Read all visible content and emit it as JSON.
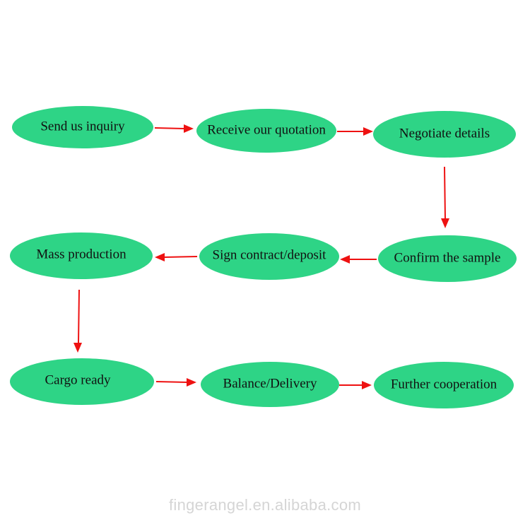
{
  "flow": {
    "steps": [
      {
        "id": "send-inquiry",
        "label": "Send us inquiry"
      },
      {
        "id": "receive-quotation",
        "label": "Receive our quotation"
      },
      {
        "id": "negotiate-details",
        "label": "Negotiate details"
      },
      {
        "id": "confirm-sample",
        "label": "Confirm the sample"
      },
      {
        "id": "sign-contract",
        "label": "Sign contract/deposit"
      },
      {
        "id": "mass-production",
        "label": "Mass production"
      },
      {
        "id": "cargo-ready",
        "label": "Cargo ready"
      },
      {
        "id": "balance-delivery",
        "label": "Balance/Delivery"
      },
      {
        "id": "further-cooperation",
        "label": "Further cooperation"
      }
    ],
    "connections": [
      {
        "from": "send-inquiry",
        "to": "receive-quotation"
      },
      {
        "from": "receive-quotation",
        "to": "negotiate-details"
      },
      {
        "from": "negotiate-details",
        "to": "confirm-sample"
      },
      {
        "from": "confirm-sample",
        "to": "sign-contract"
      },
      {
        "from": "sign-contract",
        "to": "mass-production"
      },
      {
        "from": "mass-production",
        "to": "cargo-ready"
      },
      {
        "from": "cargo-ready",
        "to": "balance-delivery"
      },
      {
        "from": "balance-delivery",
        "to": "further-cooperation"
      }
    ]
  },
  "watermark": {
    "text": "fingerangel.en.alibaba.com"
  },
  "colors": {
    "node_fill": "#2ed486",
    "arrow": "#ee1111",
    "watermark": "#d5d5d5"
  }
}
